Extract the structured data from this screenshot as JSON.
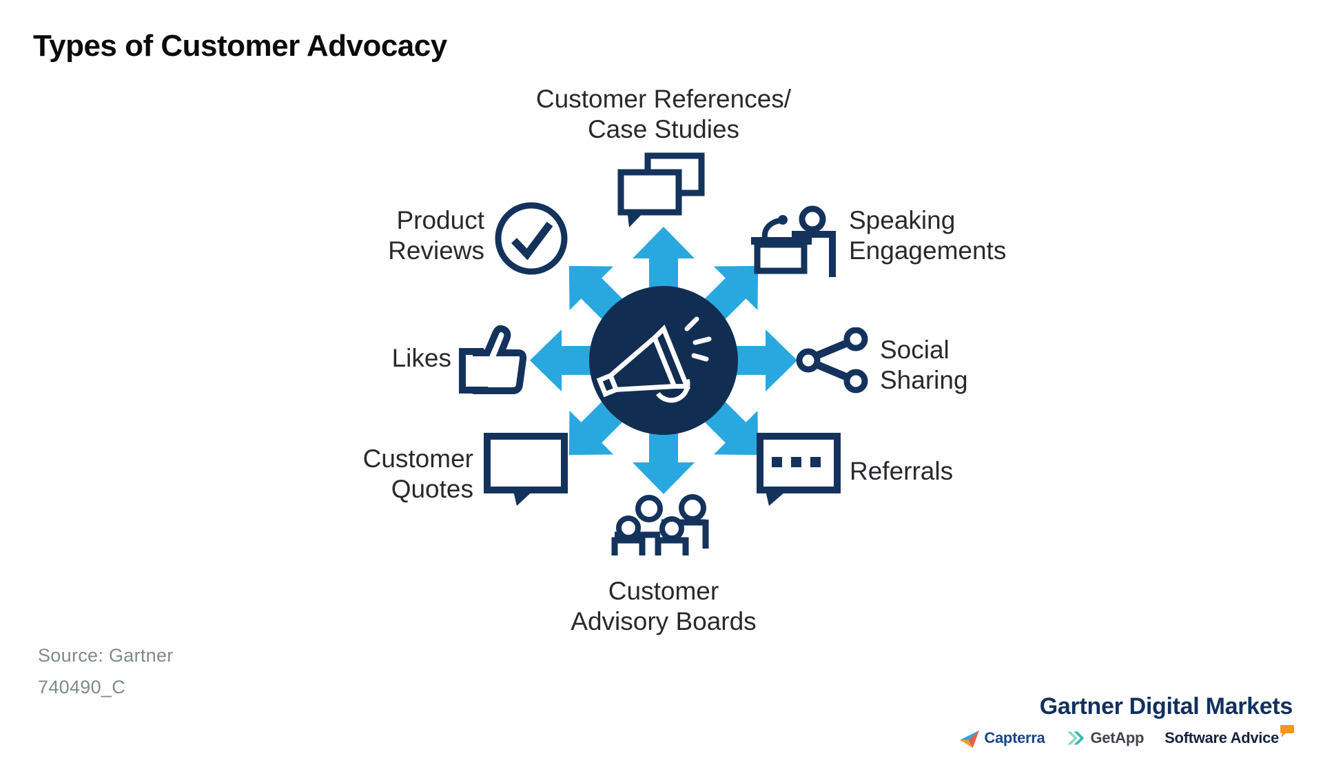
{
  "title": "Types of Customer Advocacy",
  "palette": {
    "icon_navy": "#14335C",
    "center_circle_navy": "#122D52",
    "arrow_blue": "#29A8E0",
    "label_text": "#27292C",
    "source_gray": "#7E8B89",
    "brand_navy": "#12305E",
    "capterra_text_blue": "#17458A",
    "capterra_icon_blue": "#2BA7DF",
    "capterra_icon_orange": "#FF9D28",
    "getapp_teal": "#33B9AC",
    "getapp_teal_light": "#8FD6CC",
    "getapp_text": "#40454D",
    "software_advice_text": "#15233F",
    "software_advice_orange": "#F7941E"
  },
  "center": {
    "icon": "megaphone-icon"
  },
  "nodes": {
    "references": {
      "lines": [
        "Customer References/",
        "Case Studies"
      ],
      "icon": "chat-bubbles-icon"
    },
    "product_reviews": {
      "lines": [
        "Product",
        "Reviews"
      ],
      "icon": "check-circle-icon"
    },
    "speaking": {
      "lines": [
        "Speaking",
        "Engagements"
      ],
      "icon": "podium-speaker-icon"
    },
    "likes": {
      "lines": [
        "Likes"
      ],
      "icon": "thumbs-up-icon"
    },
    "social": {
      "lines": [
        "Social",
        "Sharing"
      ],
      "icon": "share-network-icon"
    },
    "quotes": {
      "lines": [
        "Customer",
        "Quotes"
      ],
      "icon": "quote-bubble-icon"
    },
    "referrals": {
      "lines": [
        "Referrals"
      ],
      "icon": "referral-chat-icon"
    },
    "advisory": {
      "lines": [
        "Customer",
        "Advisory Boards"
      ],
      "icon": "people-group-icon"
    }
  },
  "source": {
    "line1": "Source: Gartner",
    "line2": "740490_C"
  },
  "branding": {
    "title": "Gartner Digital Markets",
    "capterra": "Capterra",
    "getapp": "GetApp",
    "software_advice": "Software Advice"
  }
}
